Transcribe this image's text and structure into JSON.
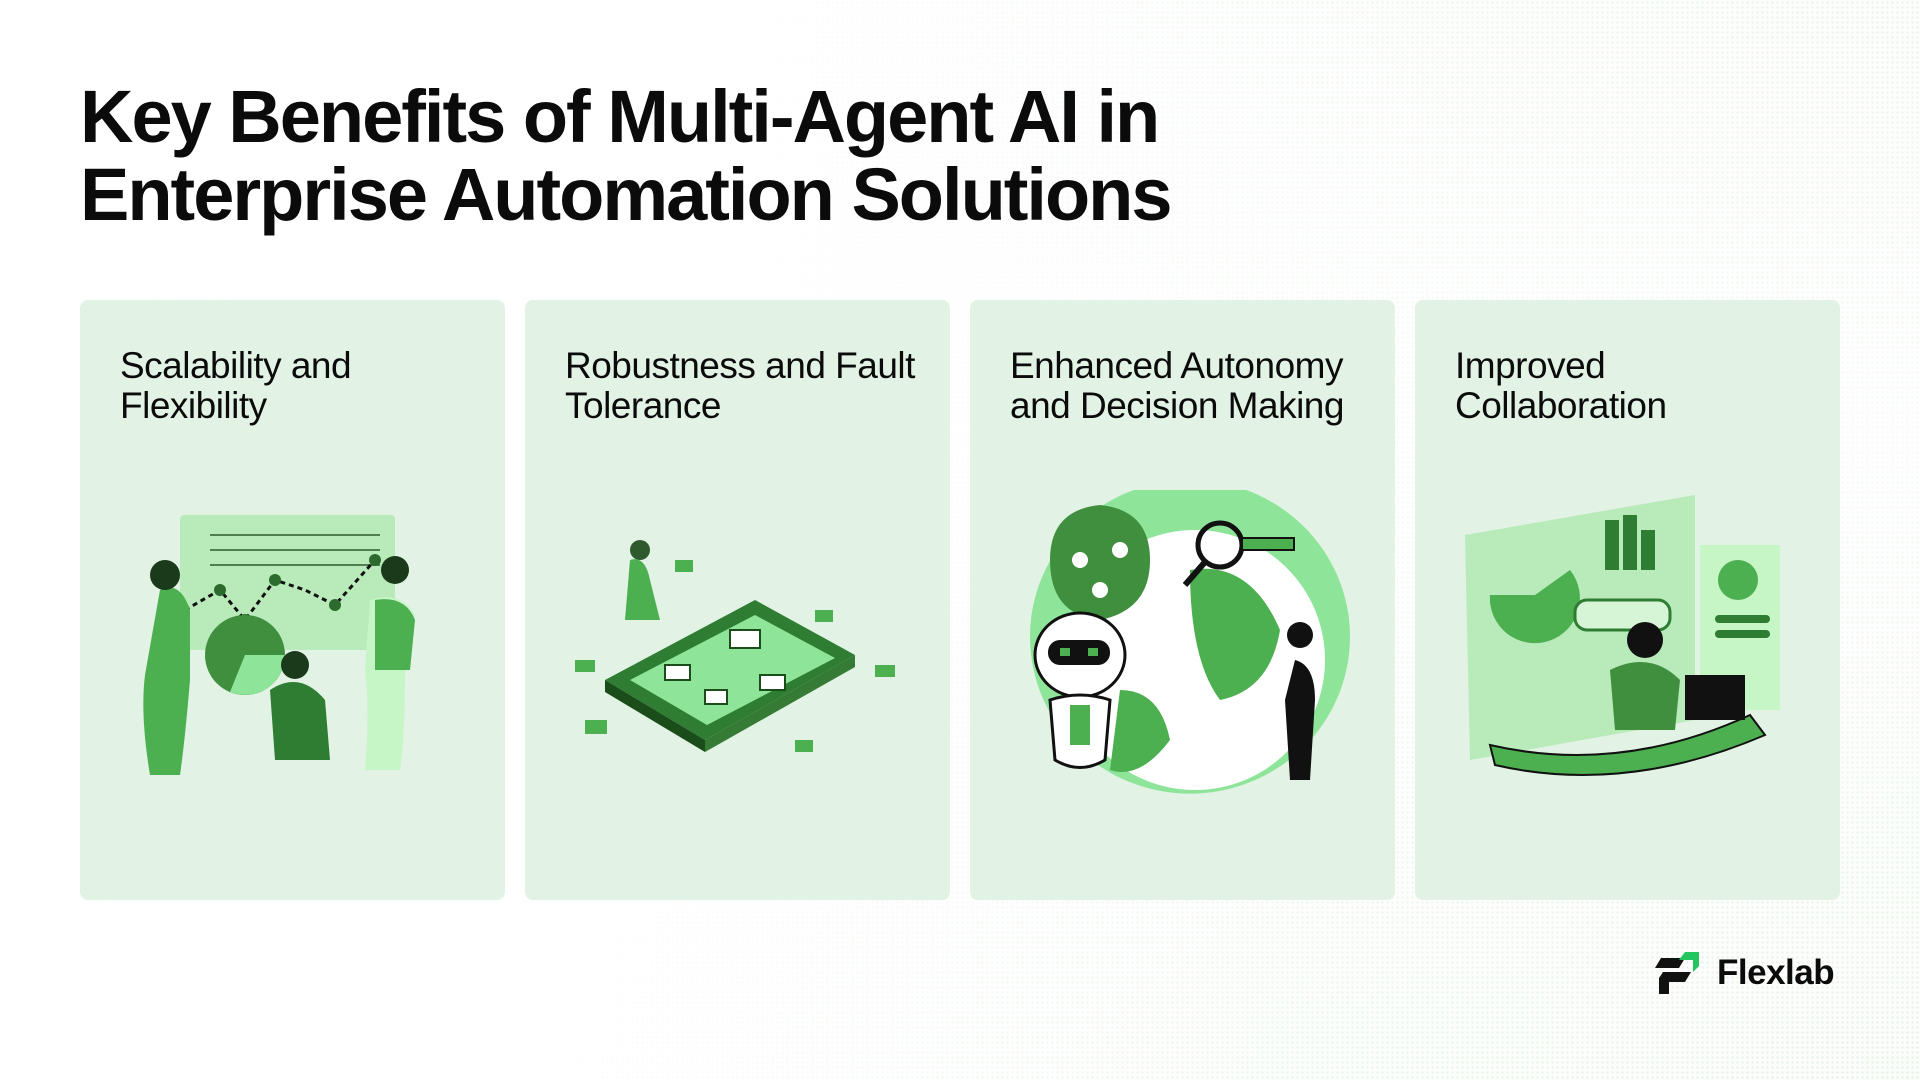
{
  "title": "Key Benefits of Multi-Agent AI in Enterprise Automation Solutions",
  "cards": [
    {
      "title": "Scalability and Flexibility",
      "icon": "team-chart-illustration"
    },
    {
      "title": "Robustness and Fault Tolerance",
      "icon": "isometric-network-illustration"
    },
    {
      "title": "Enhanced Autonomy and Decision Making",
      "icon": "robot-brain-globe-illustration"
    },
    {
      "title": "Improved Collaboration",
      "icon": "dashboard-workstation-illustration"
    }
  ],
  "brand": {
    "name": "Flexlab",
    "accent": "#22c55e"
  },
  "colors": {
    "card": "#e2f2e4",
    "green_dark": "#2e7d32",
    "green_mid": "#4caf50",
    "green_light": "#8ee59a"
  }
}
